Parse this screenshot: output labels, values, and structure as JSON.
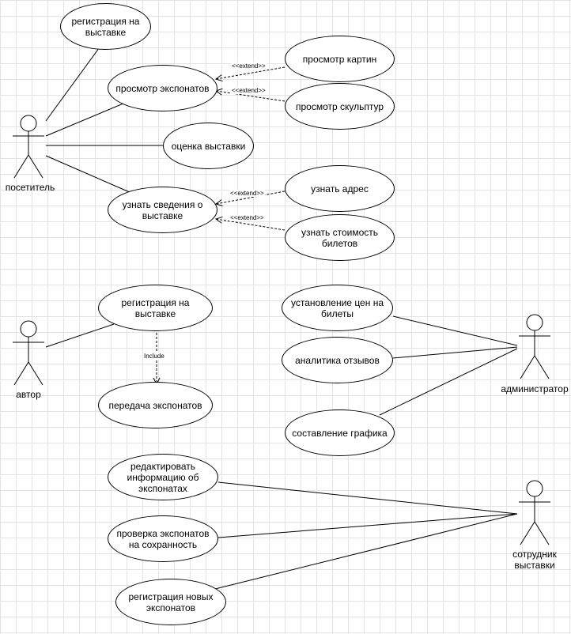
{
  "actors": {
    "visitor": "посетитель",
    "author": "автор",
    "admin": "администратор",
    "staff": "сотрудник\nвыставки"
  },
  "use_cases": {
    "visitor_registration": "регистрация на выставке",
    "view_exhibits": "просмотр экспонатов",
    "view_paintings": "просмотр картин",
    "view_sculptures": "просмотр скульптур",
    "rate_exhibition": "оценка выставки",
    "exhibition_info": "узнать сведения о выставке",
    "find_address": "узнать адрес",
    "ticket_price": "узнать стоимость билетов",
    "author_registration": "регистрация на выставке",
    "transfer_exhibits": "передача экспонатов",
    "set_ticket_prices": "установление цен на билеты",
    "review_analytics": "аналитика отзывов",
    "make_schedule": "составление графика",
    "edit_exhibit_info": "редактировать информацию об экспонатах",
    "check_exhibits": "проверка экспонатов на сохранность",
    "register_new_exhibits": "регистрация новых экспонатов"
  },
  "relations": {
    "extend": "<<extend>>",
    "include": "Include"
  }
}
